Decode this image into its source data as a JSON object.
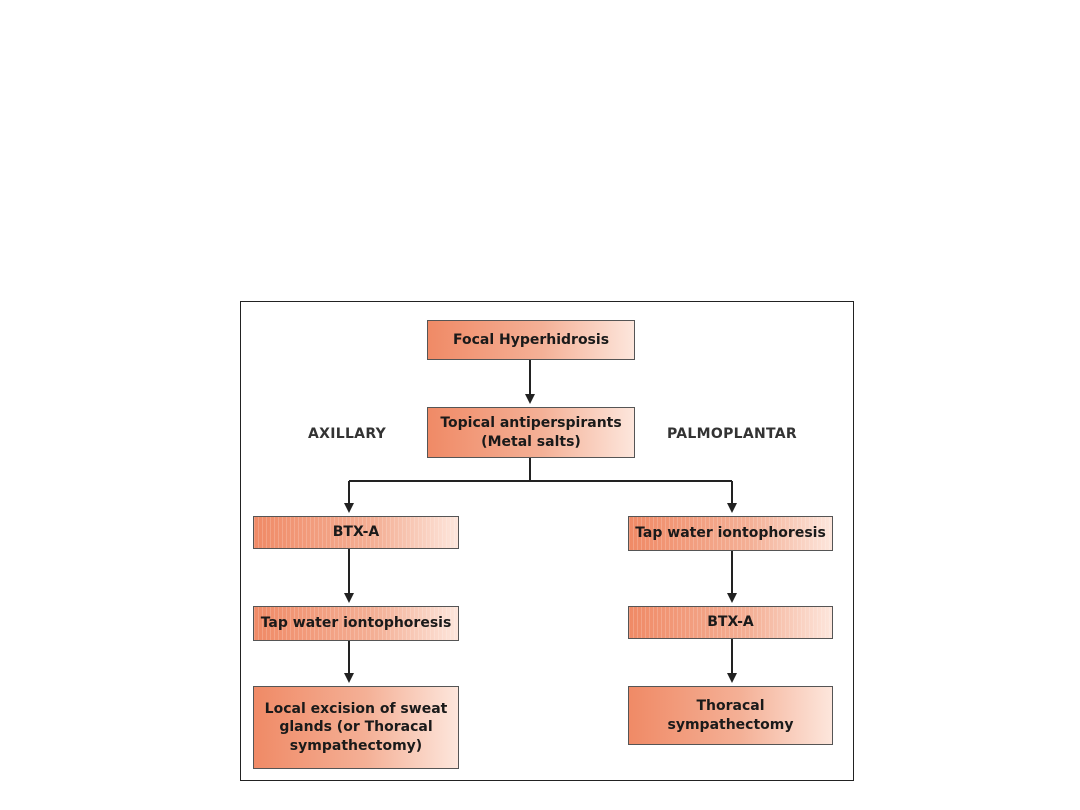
{
  "nodes": {
    "root": "Focal Hyperhidrosis",
    "first_line_1": "Topical antiperspirants",
    "first_line_2": "(Metal salts)",
    "axillary_step1": "BTX-A",
    "axillary_step2": "Tap water iontophoresis",
    "axillary_step3_1": "Local excision of sweat",
    "axillary_step3_2": "glands (or Thoracal",
    "axillary_step3_3": "sympathectomy)",
    "palmo_step1": "Tap water iontophoresis",
    "palmo_step2": "BTX-A",
    "palmo_step3_1": "Thoracal",
    "palmo_step3_2": "sympathectomy"
  },
  "labels": {
    "left_branch": "AXILLARY",
    "right_branch": "PALMOPLANTAR"
  },
  "colors": {
    "box_start": "#f08a66",
    "box_end": "#fde6dc",
    "line": "#222222"
  }
}
